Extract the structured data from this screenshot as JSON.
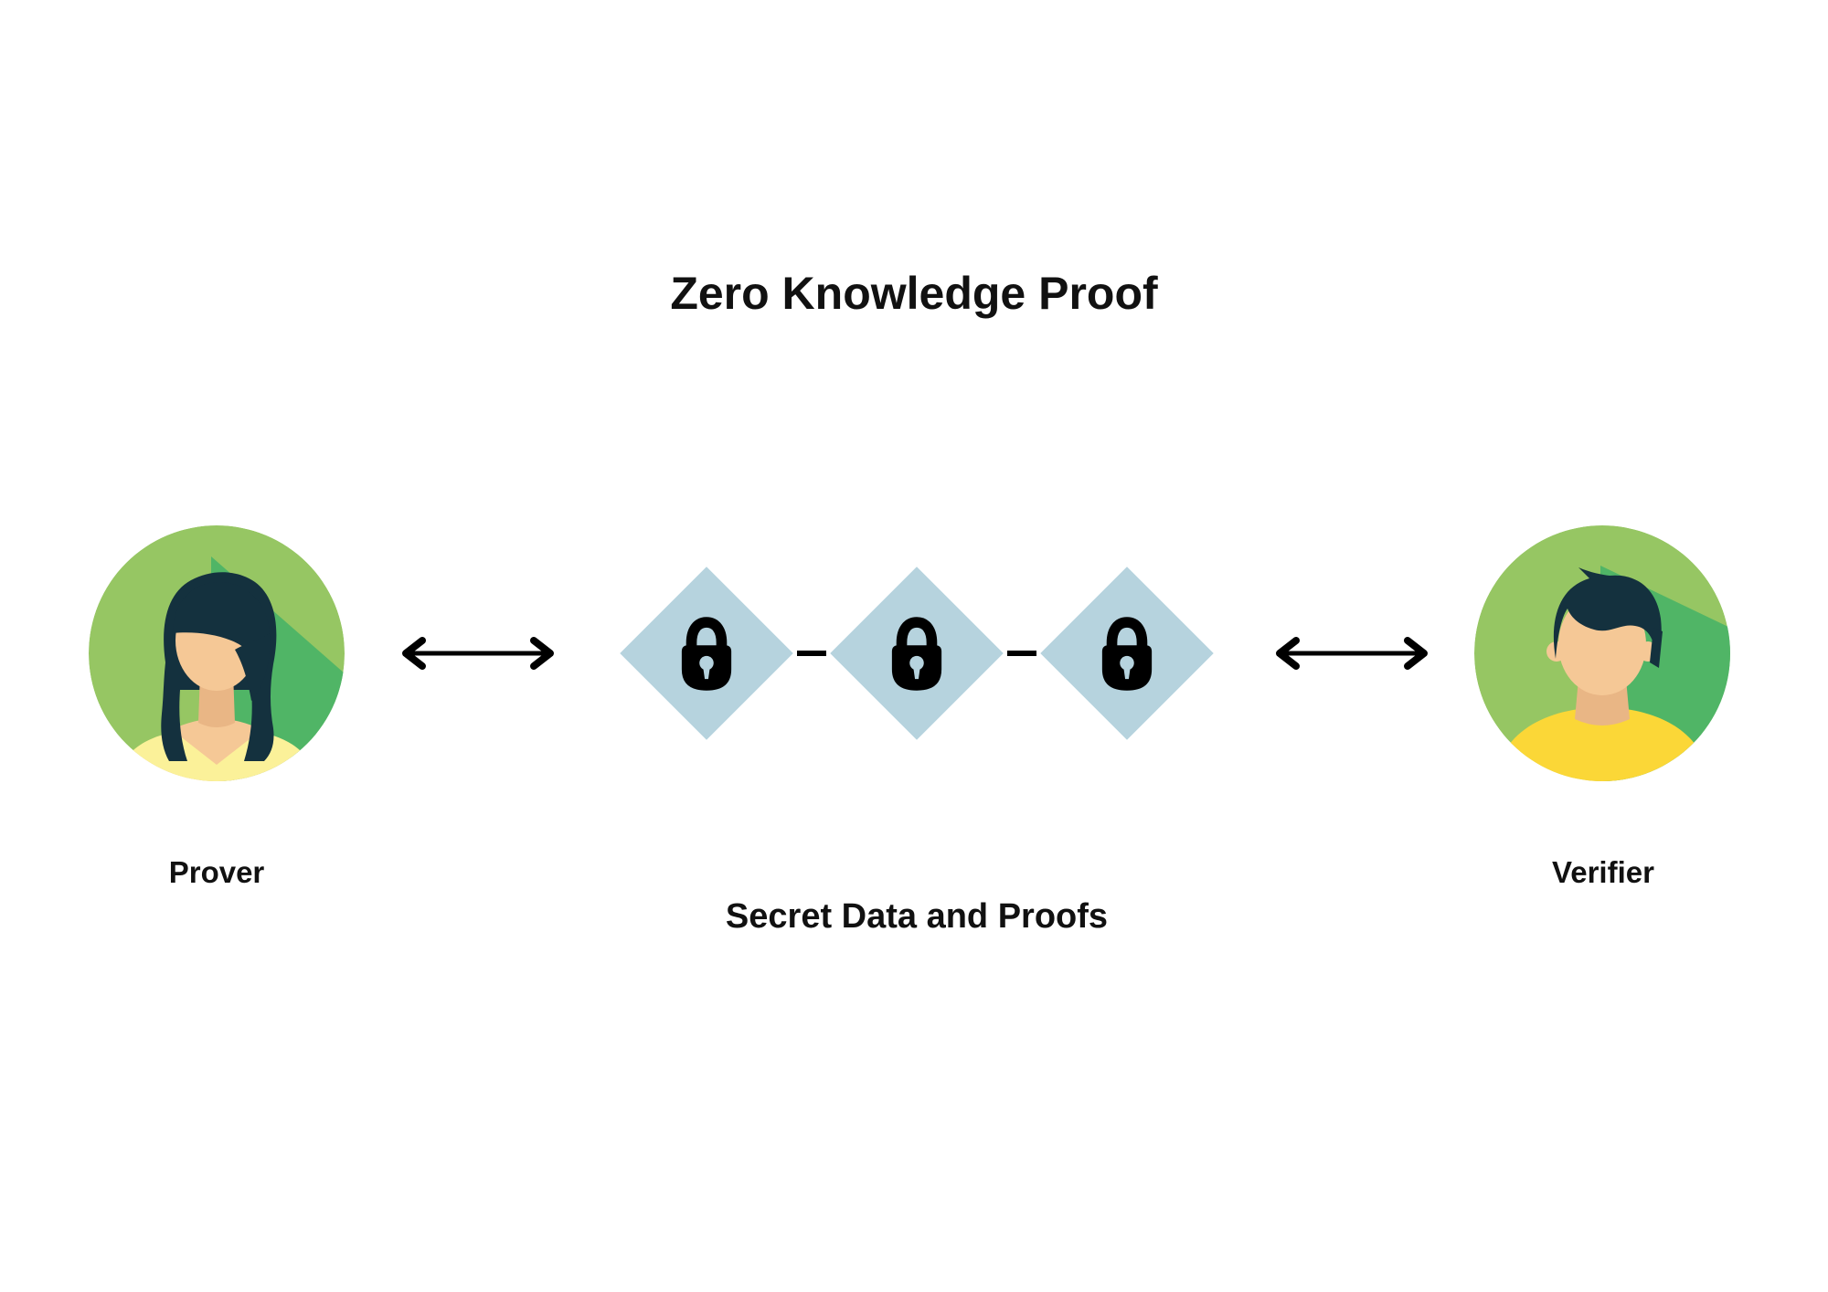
{
  "title": "Zero Knowledge Proof",
  "actors": {
    "prover": {
      "label": "Prover"
    },
    "verifier": {
      "label": "Verifier"
    }
  },
  "center": {
    "caption": "Secret Data and Proofs",
    "lock_count": 3
  },
  "icons": [
    "woman-avatar-icon",
    "man-avatar-icon",
    "double-arrow-icon",
    "lock-icon"
  ],
  "colors": {
    "page_bg": "#ffffff",
    "text_dark": "#111111",
    "green_light": "#96C663",
    "green_dark": "#50B566",
    "hair_dark": "#14313E",
    "skin": "#F5C896",
    "skin_shadow": "#E9B685",
    "prover_shirt": "#FBF199",
    "verifier_shirt": "#FBD737",
    "diamond_blue": "#B6D3DE",
    "lock_black": "#000000",
    "arrow_black": "#000000"
  }
}
